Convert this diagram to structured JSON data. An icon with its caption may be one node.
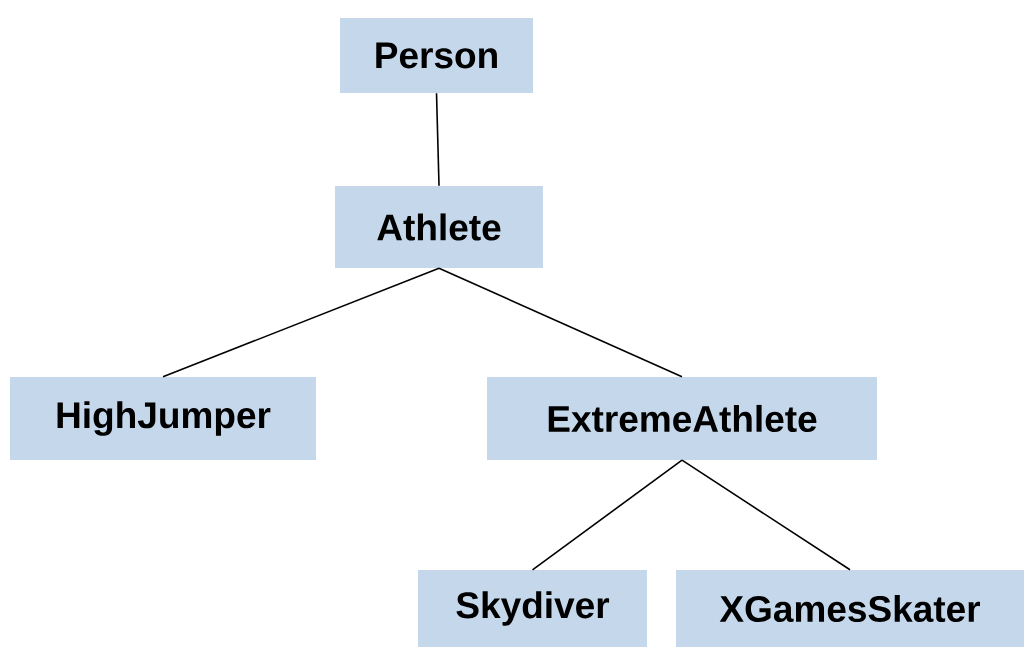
{
  "diagram": {
    "nodes": [
      {
        "text": [
          "Person"
        ]
      },
      {
        "text": [
          "Athlete"
        ]
      },
      {
        "text": [
          "HighJumper"
        ]
      },
      {
        "text": [
          "ExtremeAthlete"
        ]
      },
      {
        "text": [
          "Skydiver"
        ]
      },
      {
        "text": [
          "XGamesSkater"
        ]
      }
    ],
    "edges": [
      {
        "from": 0,
        "to": 1,
        "arrow": "none"
      },
      {
        "from": 1,
        "to": 2,
        "arrow": "none"
      },
      {
        "from": 1,
        "to": 3,
        "arrow": "none"
      },
      {
        "from": 3,
        "to": 4,
        "arrow": "none"
      },
      {
        "from": 3,
        "to": 5,
        "arrow": "none"
      }
    ]
  }
}
